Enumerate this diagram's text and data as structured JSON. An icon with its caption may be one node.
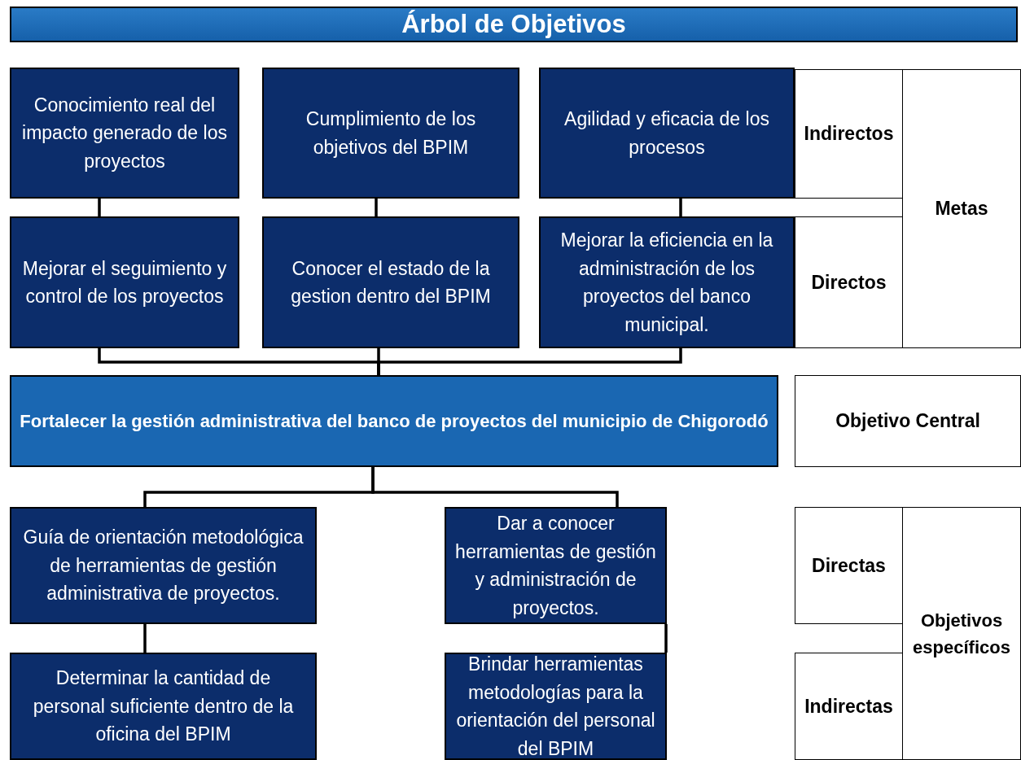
{
  "diagram": {
    "title": "Árbol de Objetivos",
    "nodes": [
      {
        "text": [
          "Conocimiento real del impacto generado de los proyectos"
        ]
      },
      {
        "text": [
          "Cumplimiento de los objetivos del BPIM"
        ]
      },
      {
        "text": [
          "Agilidad y eficacia de los procesos"
        ]
      },
      {
        "text": [
          "Mejorar el seguimiento y control de los proyectos"
        ]
      },
      {
        "text": [
          "Conocer el estado de la gestion dentro del BPIM"
        ]
      },
      {
        "text": [
          "Mejorar la eficiencia en la administración de los proyectos del banco municipal."
        ]
      },
      {
        "text": [
          "Fortalecer la gestión administrativa del banco de proyectos del municipio de Chigorodó"
        ]
      },
      {
        "text": [
          "Guía de orientación metodológica de herramientas de gestión administrativa de proyectos."
        ]
      },
      {
        "text": [
          "Dar a conocer herramientas de gestión y administración de proyectos."
        ]
      },
      {
        "text": [
          "Determinar la cantidad de personal suficiente dentro de la oficina del BPIM"
        ]
      },
      {
        "text": [
          "Brindar herramientas metodologías para la orientación del personal del BPIM"
        ]
      },
      {
        "text": [
          "Indirectos"
        ]
      },
      {
        "text": [
          "Directos"
        ]
      },
      {
        "text": [
          "Metas"
        ]
      },
      {
        "text": [
          "Objetivo Central"
        ]
      },
      {
        "text": [
          "Directas"
        ]
      },
      {
        "text": [
          "Indirectas"
        ]
      },
      {
        "text": [
          "Objetivos específicos"
        ]
      }
    ],
    "edges": [
      {
        "from": 0,
        "to": 3,
        "arrow": "none"
      },
      {
        "from": 1,
        "to": 4,
        "arrow": "none"
      },
      {
        "from": 2,
        "to": 5,
        "arrow": "none"
      },
      {
        "from": 3,
        "to": 6,
        "arrow": "none"
      },
      {
        "from": 4,
        "to": 6,
        "arrow": "none"
      },
      {
        "from": 5,
        "to": 6,
        "arrow": "none"
      },
      {
        "from": 6,
        "to": 7,
        "arrow": "none"
      },
      {
        "from": 6,
        "to": 8,
        "arrow": "none"
      },
      {
        "from": 7,
        "to": 9,
        "arrow": "none"
      },
      {
        "from": 8,
        "to": 10,
        "arrow": "none"
      }
    ]
  }
}
